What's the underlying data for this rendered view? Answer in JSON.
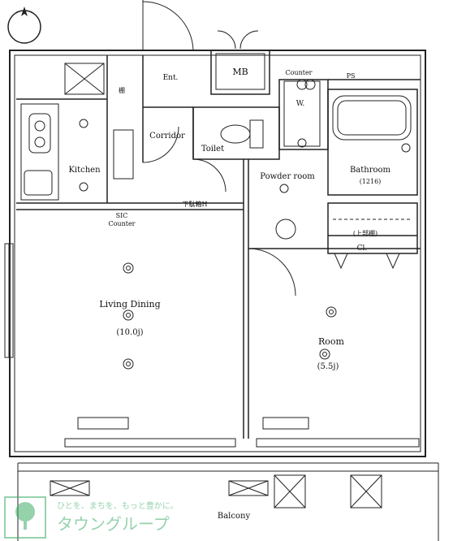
{
  "rooms": {
    "ldk": "Living Dining",
    "ldk_size": "(10.0j)",
    "room": "Room",
    "room_size": "(5.5j)",
    "kitchen": "Kitchen",
    "corridor": "Corridor",
    "toilet": "Toilet",
    "powder_room": "Powder room",
    "bathroom": "Bathroom",
    "bathroom_sub": "(1216)",
    "closet": "Cl.",
    "closet_note": "(上部棚)",
    "mb": "MB",
    "ent": "Ent.",
    "wash": "W.",
    "balcony": "Balcony"
  },
  "small_labels": {
    "counter_top": "Counter",
    "ps": "PS",
    "counter_kitchen": "Counter",
    "shoes": "SIC",
    "handrail": "下駄箱H",
    "ent_shelf": "棚"
  },
  "watermark": {
    "tagline": "ひとを、まちを、もっと豊かに。",
    "brand": "タウングループ"
  },
  "colors": {
    "line": "#222222",
    "watermark": "#3fae6a"
  }
}
